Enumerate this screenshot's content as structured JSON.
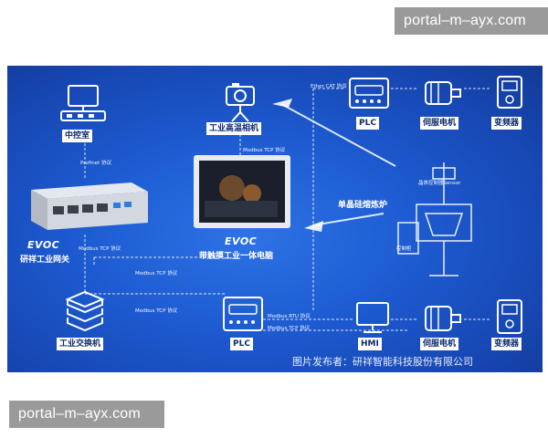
{
  "watermarks": {
    "top": "portal–m–ayx.com",
    "bottom": "portal–m–ayx.com"
  },
  "nodes": {
    "control_room": "中控室",
    "thermal_camera": "工业高温相机",
    "plc_top": "PLC",
    "servo_top": "伺服电机",
    "vfd_top": "变频器",
    "gateway": "研祥工业网关",
    "panel_pc": "带触摸工业一体电脑",
    "furnace": "单晶硅熔炼炉",
    "switch": "工业交换机",
    "plc_bottom": "PLC",
    "hmi": "HMI",
    "servo_bottom": "伺服电机",
    "vfd_bottom": "变频器"
  },
  "protocols": {
    "profinet": "Profinet 协议",
    "modbus_tcp_camera": "Modbus TCP 协议",
    "ethercat": "Ether CAT 协议",
    "modbus_tcp_gateway": "Modbus TCP 协议",
    "modbus_tcp_mid": "Modbus TCP 协议",
    "modbus_tcp_left": "Modbus TCP 协议",
    "modbus_rtu": "Modbus RTU 协议",
    "modbus_tcp_bottom": "Modbus TCP 协议"
  },
  "furnace_labels": {
    "sensor": "晶体控制器Sensor",
    "controller": "控制柜"
  },
  "brand": "EVOC",
  "caption": "图片发布者：研祥智能科技股份有限公司",
  "colors": {
    "accent": "#1d5bd1",
    "label_text": "#0b2a6e"
  }
}
